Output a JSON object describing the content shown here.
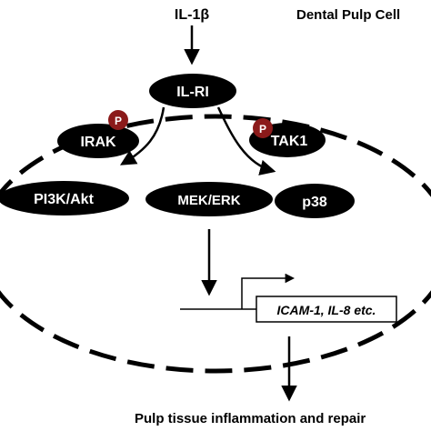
{
  "diagram": {
    "title": "Dental Pulp Cell",
    "ligand": "IL-1β",
    "receptor": "IL-RI",
    "kinases": {
      "irak": "IRAK",
      "tak1": "TAK1",
      "phospho_label": "P"
    },
    "pathways": {
      "pi3k": "PI3K/Akt",
      "mek": "MEK/ERK",
      "p38": "p38"
    },
    "genes": "ICAM-1, IL-8 etc.",
    "outcome": "Pulp tissue inflammation and repair"
  },
  "colors": {
    "node_fill": "#000000",
    "node_text": "#ffffff",
    "phospho_fill": "#8b1a1a",
    "line": "#000000",
    "background": "#ffffff"
  }
}
